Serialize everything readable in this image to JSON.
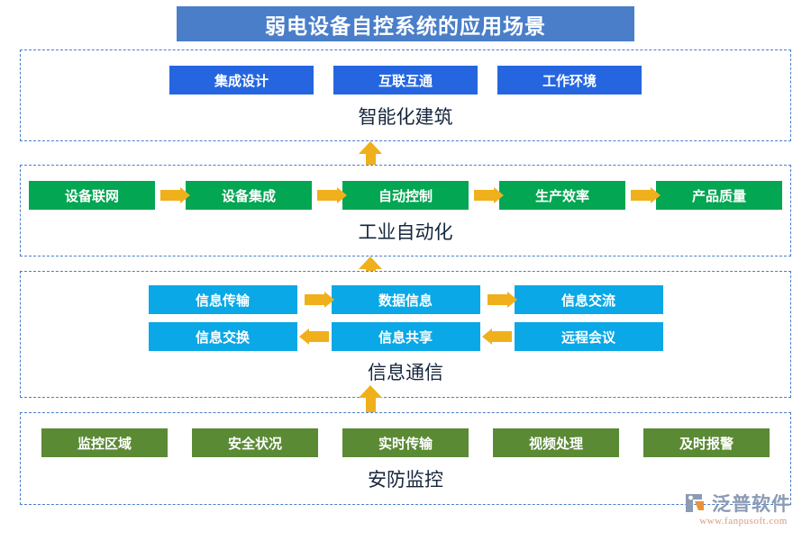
{
  "title": {
    "text": "弱电设备自控系统的应用场景",
    "bg_color": "#4a7ec9",
    "text_color": "#ffffff"
  },
  "colors": {
    "section_border": "#4a7ec9",
    "blue_node": "#2566e0",
    "green_node": "#03a652",
    "cyan_node": "#0aa8e6",
    "olive_node": "#5b8a35",
    "arrow": "#efb01b",
    "caption_text": "#16263d"
  },
  "sections": [
    {
      "id": "building",
      "caption": "智能化建筑",
      "node_color": "#2566e0",
      "rows": [
        {
          "direction": "none",
          "nodes": [
            {
              "label": "集成设计"
            },
            {
              "label": "互联互通"
            },
            {
              "label": "工作环境"
            }
          ]
        }
      ]
    },
    {
      "id": "industry",
      "caption": "工业自动化",
      "node_color": "#03a652",
      "rows": [
        {
          "direction": "right",
          "nodes": [
            {
              "label": "设备联网"
            },
            {
              "label": "设备集成"
            },
            {
              "label": "自动控制"
            },
            {
              "label": "生产效率"
            },
            {
              "label": "产品质量"
            }
          ]
        }
      ]
    },
    {
      "id": "comm",
      "caption": "信息通信",
      "node_color": "#0aa8e6",
      "rows": [
        {
          "direction": "right",
          "nodes": [
            {
              "label": "信息传输"
            },
            {
              "label": "数据信息"
            },
            {
              "label": "信息交流"
            }
          ]
        },
        {
          "direction": "left",
          "nodes": [
            {
              "label": "信息交换"
            },
            {
              "label": "信息共享"
            },
            {
              "label": "远程会议"
            }
          ]
        }
      ]
    },
    {
      "id": "security",
      "caption": "安防监控",
      "node_color": "#5b8a35",
      "rows": [
        {
          "direction": "none",
          "nodes": [
            {
              "label": "监控区域"
            },
            {
              "label": "安全状况"
            },
            {
              "label": "实时传输"
            },
            {
              "label": "视频处理"
            },
            {
              "label": "及时报警"
            }
          ]
        }
      ]
    }
  ],
  "connectors": [
    {
      "name": "industry-to-building",
      "direction": "up"
    },
    {
      "name": "comm-to-industry",
      "direction": "up"
    },
    {
      "name": "security-to-comm",
      "direction": "up"
    }
  ],
  "logo": {
    "name": "泛普软件",
    "url": "www.fanpusoft.com",
    "mark_color": "#8a9bb4",
    "mark_accent": "#e8923a"
  }
}
